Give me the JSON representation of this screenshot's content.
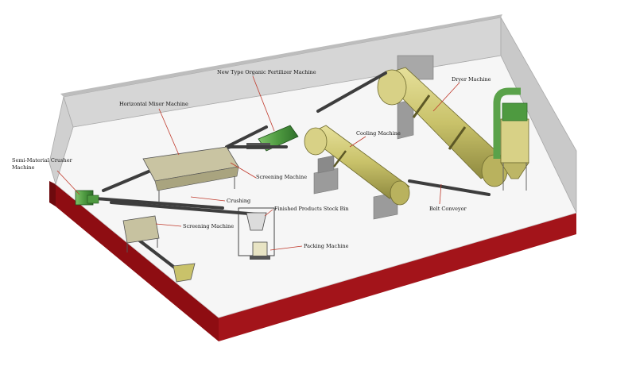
{
  "labels": {
    "semi_crusher_line1": "Semi-Material Crusher",
    "semi_crusher_line2": "Machine",
    "horizontal_mixer": "Horizontal Mixer Machine",
    "new_type_organic": "New Type Organic Fertilizer Machine",
    "dryer": "Dryer Machine",
    "cooling": "Cooling Machine",
    "screening_upper": "Screening Machine",
    "crushing": "Crushing",
    "finished_products": "Finished Products Stock Bin",
    "screening_lower": "Screening Machine",
    "packing": "Packing Machine",
    "belt_conveyor": "Belt Conveyor"
  },
  "colors": {
    "floor": "#f6f6f6",
    "wall_back": "#d6d6d6",
    "wall_side": "#c9c9c9",
    "base_red": "#8e0d12",
    "drum_yellow": "#c9c26a",
    "machine_green": "#3b8a3a",
    "pipe_green": "#5aa24a",
    "conveyor_dark": "#3d3d3d",
    "concrete": "#9b9b9b",
    "leader_red": "#c0392b"
  }
}
